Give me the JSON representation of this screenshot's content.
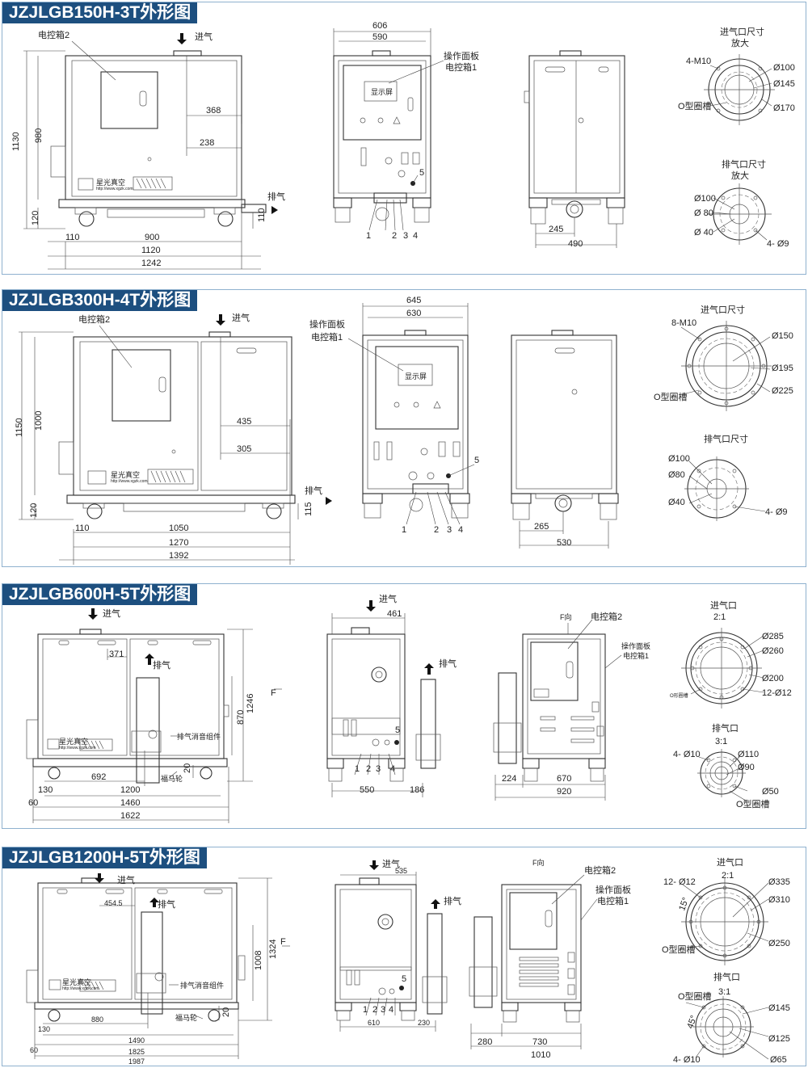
{
  "sections": [
    {
      "title": "JZJLGB150H-3T外形图",
      "labels": {
        "ekx2": "电控箱2",
        "jinqi": "进气",
        "paiqi": "排气",
        "czmb": "操作面板",
        "ekx1": "电控箱1",
        "xsp": "显示屏",
        "brand": "星光真空",
        "url": "http://www.xgzk.com",
        "inlet_t": "进气口尺寸",
        "inlet_s": "放大",
        "outlet_t": "排气口尺寸",
        "outlet_s": "放大",
        "oring": "O型圈槽"
      },
      "dims": {
        "h1": "1130",
        "h2": "980",
        "h3": "120",
        "h4": "110",
        "w1": "110",
        "w2": "900",
        "w3": "1120",
        "w4": "1242",
        "x1": "368",
        "x2": "238",
        "f1": "606",
        "f2": "590",
        "s1": "245",
        "s2": "490",
        "n1": "1",
        "n2": "2",
        "n3": "3",
        "n4": "4",
        "n5": "5"
      },
      "inlet": {
        "bolt": "4-M10",
        "d1": "Ø100",
        "d2": "Ø145",
        "d3": "Ø170"
      },
      "outlet": {
        "d1": "Ø100",
        "d2": "Ø 80",
        "d3": "Ø 40",
        "bolt": "4- Ø9"
      }
    },
    {
      "title": "JZJLGB300H-4T外形图",
      "labels": {
        "ekx2": "电控箱2",
        "jinqi": "进气",
        "paiqi": "排气",
        "czmb": "操作面板",
        "ekx1": "电控箱1",
        "xsp": "显示屏",
        "brand": "星光真空",
        "url": "http://www.xgzk.com",
        "inlet_t": "进气口尺寸",
        "outlet_t": "排气口尺寸",
        "oring": "O型圈槽"
      },
      "dims": {
        "h1": "1150",
        "h2": "1000",
        "h3": "120",
        "h4": "115",
        "w1": "110",
        "w2": "1050",
        "w3": "1270",
        "w4": "1392",
        "x1": "435",
        "x2": "305",
        "f1": "645",
        "f2": "630",
        "s1": "265",
        "s2": "530",
        "n1": "1",
        "n2": "2",
        "n3": "3",
        "n4": "4",
        "n5": "5"
      },
      "inlet": {
        "bolt": "8-M10",
        "d1": "Ø150",
        "d2": "Ø195",
        "d3": "Ø225"
      },
      "outlet": {
        "d1": "Ø100",
        "d2": "Ø80",
        "d3": "Ø40",
        "bolt": "4- Ø9"
      }
    },
    {
      "title": "JZJLGB600H-5T外形图",
      "labels": {
        "jinqi": "进气",
        "paiqi": "排气",
        "fx": "F",
        "fxiang": "F向",
        "ekx2": "电控箱2",
        "czmb": "操作面板",
        "ekx1": "电控箱1",
        "brand": "星光真空",
        "url": "http://www.xgzk.com",
        "muffler": "排气消音组件",
        "wheel": "福马轮",
        "oring": "O形圈槽",
        "oring2": "O型圈槽",
        "inlet_t": "进气口",
        "inlet_s": "2:1",
        "outlet_t": "排气口",
        "outlet_s": "3:1"
      },
      "dims": {
        "a1": "371",
        "h1": "1246",
        "h2": "870",
        "a2": "20",
        "w1": "692",
        "w2": "130",
        "w3": "1200",
        "w4": "60",
        "w5": "1460",
        "w6": "1622",
        "f1": "461",
        "f2": "550",
        "f3": "186",
        "s1": "224",
        "s2": "670",
        "s3": "920",
        "n1": "1",
        "n2": "2",
        "n3": "3",
        "n4": "4",
        "n5": "5"
      },
      "inlet": {
        "d1": "Ø285",
        "d2": "Ø260",
        "d3": "Ø200",
        "bolt": "12-Ø12"
      },
      "outlet": {
        "bolt": "4- Ø10",
        "d1": "Ø110",
        "d2": "Ø90",
        "d3": "Ø50"
      }
    },
    {
      "title": "JZJLGB1200H-5T外形图",
      "labels": {
        "jinqi": "进气",
        "paiqi": "排气",
        "fx": "F",
        "fxiang": "F向",
        "ekx2": "电控箱2",
        "czmb": "操作面板",
        "ekx1": "电控箱1",
        "brand": "星光真空",
        "url": "http://www.xgzk.com",
        "muffler": "排气消音组件",
        "wheel": "福马轮",
        "oring": "O型圈槽",
        "inlet_t": "进气口",
        "inlet_s": "2:1",
        "outlet_t": "排气口",
        "outlet_s": "3:1"
      },
      "dims": {
        "a1": "454.5",
        "h1": "1324",
        "h2": "1008",
        "a2": "20",
        "w1": "880",
        "w2": "130",
        "w3": "1490",
        "w4": "60",
        "w5": "1825",
        "w6": "1987",
        "f1": "535",
        "f2": "610",
        "f3": "230",
        "s1": "280",
        "s2": "730",
        "s3": "1010",
        "n1": "1",
        "n2": "2",
        "n3": "3",
        "n4": "4",
        "n5": "5"
      },
      "inlet": {
        "bolt": "12- Ø12",
        "ang": "15°",
        "d1": "Ø335",
        "d2": "Ø310",
        "d3": "Ø250"
      },
      "outlet": {
        "d1": "Ø145",
        "ang": "45°",
        "d2": "Ø125",
        "bolt": "4- Ø10",
        "d3": "Ø65"
      }
    }
  ]
}
